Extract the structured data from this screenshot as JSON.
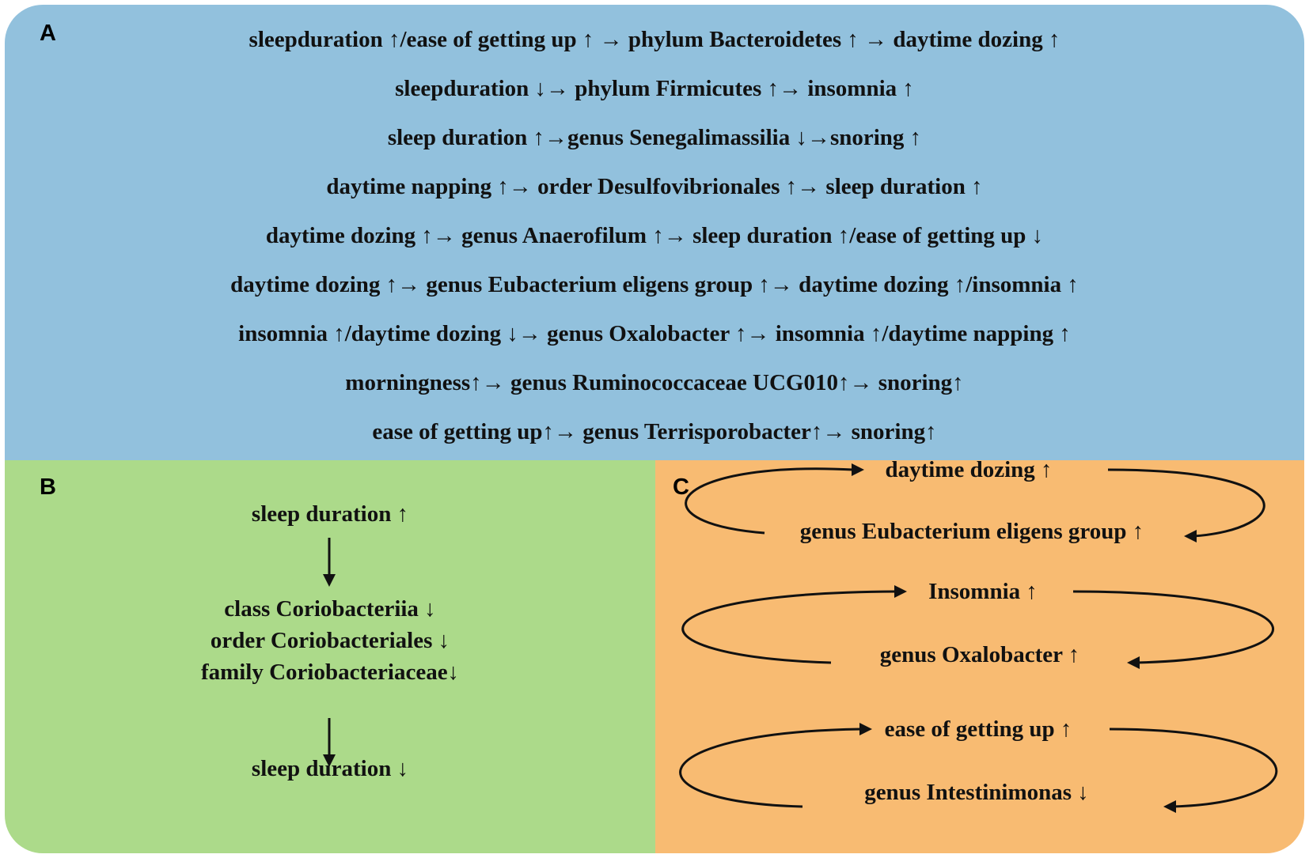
{
  "panel_a": {
    "label": "A",
    "lines": [
      "sleepduration ↑/ease of getting up ↑ → phylum Bacteroidetes ↑ → daytime dozing ↑",
      "sleepduration ↓→ phylum Firmicutes ↑→ insomnia ↑",
      "sleep duration ↑→genus Senegalimassilia ↓→snoring ↑",
      "daytime napping ↑→ order Desulfovibrionales ↑→ sleep duration ↑",
      "daytime dozing ↑→ genus Anaerofilum ↑→ sleep duration ↑/ease of getting up ↓",
      "daytime dozing ↑→ genus Eubacterium eligens group ↑→ daytime dozing ↑/insomnia ↑",
      "insomnia ↑/daytime dozing ↓→ genus Oxalobacter ↑→ insomnia ↑/daytime napping ↑",
      "morningness↑→ genus Ruminococcaceae UCG010↑→ snoring↑",
      "ease of getting up↑→ genus Terrisporobacter↑→  snoring↑"
    ]
  },
  "panel_b": {
    "label": "B",
    "top": "sleep duration ↑",
    "middle": [
      "class Coriobacteriia ↓",
      "order Coriobacteriales ↓",
      "family Coriobacteriaceae↓"
    ],
    "bottom": "sleep duration ↓"
  },
  "panel_c": {
    "label": "C",
    "loops": [
      {
        "top": "daytime dozing ↑",
        "bottom": "genus Eubacterium eligens group ↑"
      },
      {
        "top": "Insomnia ↑",
        "bottom": "genus Oxalobacter ↑"
      },
      {
        "top": "ease of getting up ↑",
        "bottom": "genus Intestinimonas ↓"
      }
    ]
  },
  "colors": {
    "panel_a_bg": "#92c1dd",
    "panel_b_bg": "#acda8a",
    "panel_c_bg": "#f8bb72",
    "text": "#111111"
  }
}
